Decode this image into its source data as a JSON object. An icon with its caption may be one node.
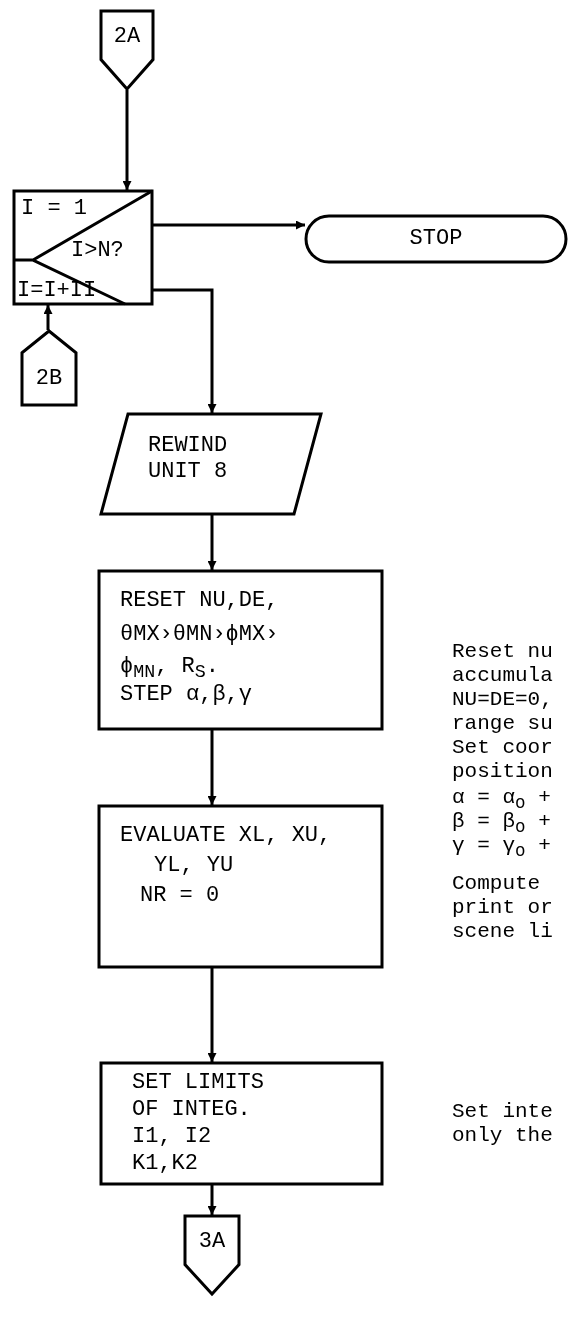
{
  "diagram": {
    "nodes": [
      {
        "text": [
          "2A"
        ]
      },
      {
        "text": [
          "I = 1",
          "I>N?",
          "I=I+II"
        ]
      },
      {
        "text": [
          "STOP"
        ]
      },
      {
        "text": [
          "2B"
        ]
      },
      {
        "text": [
          "REWIND UNIT 8"
        ]
      },
      {
        "text": [
          "RESET NU,DE,",
          "θMX›θMN›ϕMX›",
          "ϕ$_{MN}$, R$_{S}$.",
          "STEP α,β,γ"
        ]
      },
      {
        "text": [
          "EVALUATE XL, XU,",
          "YL, YU",
          "NR = 0"
        ]
      },
      {
        "text": [
          "SET LIMITS",
          "OF INTEG.",
          "I1, I2",
          "K1,K2"
        ]
      },
      {
        "text": [
          "3A"
        ]
      }
    ],
    "edges": [
      {
        "from": 0,
        "to": 1,
        "arrow": "to"
      },
      {
        "from": 1,
        "to": 2,
        "arrow": "to"
      },
      {
        "from": 1,
        "to": 4,
        "arrow": "to"
      },
      {
        "from": 3,
        "to": 1,
        "arrow": "to"
      },
      {
        "from": 4,
        "to": 5,
        "arrow": "to"
      },
      {
        "from": 5,
        "to": 6,
        "arrow": "to"
      },
      {
        "from": 6,
        "to": 7,
        "arrow": "to"
      },
      {
        "from": 7,
        "to": 8,
        "arrow": "to"
      }
    ],
    "labels": [
      "Reset nu",
      "accumula",
      "NU=DE=0,",
      "range su",
      "Set coor",
      "position",
      "α = α$_{o}$ +",
      "β = β$_{o}$ +",
      "γ = γ$_{o}$ +",
      "Compute",
      "print or",
      "scene li",
      "Set inte",
      "only the"
    ]
  }
}
